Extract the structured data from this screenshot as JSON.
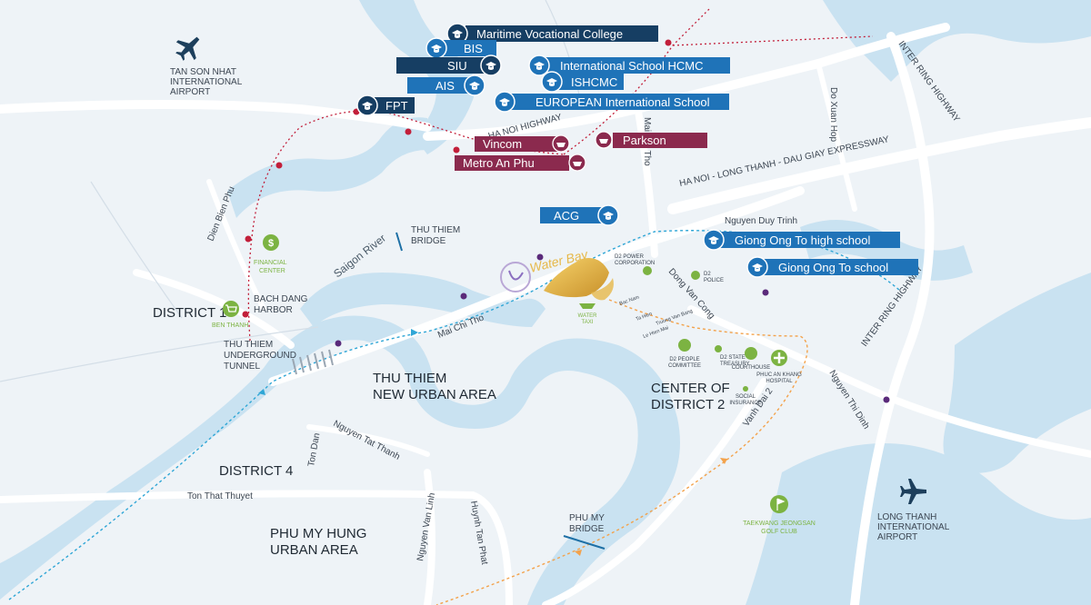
{
  "colors": {
    "land": "#eef3f7",
    "water": "#c9e2f1",
    "road": "#ffffff",
    "education_tag": "#1f73b8",
    "education_tag_dark": "#163e63",
    "shopping_tag": "#8b2a4e",
    "route_red": "#c21f3a",
    "route_blue": "#2fa6d6",
    "route_orange": "#f3a24b",
    "station_purple": "#5a2a7a",
    "green_icon": "#7cb342",
    "gold": "#e6b84a"
  },
  "icons": {
    "airport": "airplane-icon",
    "school": "graduation-cap-icon",
    "shop": "shopping-basket-icon",
    "bank": "dollar-icon",
    "market": "cart-icon",
    "hospital": "cross-icon",
    "golf": "golf-flag-icon"
  },
  "airports": {
    "tan_son_nhat": [
      "TAN SON NHAT",
      "INTERNATIONAL",
      "AIRPORT"
    ],
    "long_thanh": [
      "LONG THANH",
      "INTERNATIONAL",
      "AIRPORT"
    ]
  },
  "areas": {
    "district1": "DISTRICT 1",
    "district4": "DISTRICT 4",
    "thu_thiem": [
      "THU THIEM",
      "NEW URBAN AREA"
    ],
    "center_d2": [
      "CENTER OF",
      "DISTRICT 2"
    ],
    "phu_my_hung": [
      "PHU MY HUNG",
      "URBAN AREA"
    ]
  },
  "roads": {
    "ha_noi_highway": "HA NOI HIGHWAY",
    "expressway": "HA NOI - LONG THANH - DAU GIAY EXPRESSWAY",
    "inter_ring_top": "INTER RING HIGHWAY",
    "inter_ring_right": "INTER RING HIGHWAY",
    "do_xuan_hop": "Do Xuan Hop",
    "mai_chi_tho_north": "Mai Chi Tho",
    "mai_chi_tho": "Mai Chi Tho",
    "nguyen_duy_trinh": "Nguyen Duy Trinh",
    "dong_van_cong": "Dong Van Cong",
    "nguyen_thi_dinh": "Nguyen Thi Dinh",
    "vanh_dai_2": "Vanh Dai 2",
    "dien_bien_phu": "Dien Bien Phu",
    "nguyen_tat_thanh": "Nguyen Tat Thanh",
    "ton_dan": "Ton Dan",
    "ton_that_thuyet": "Ton That Thuyet",
    "nguyen_van_linh": "Nguyen Van Linh",
    "huynh_tan_phat": "Huynh Tan Phat",
    "saigon_river": "Saigon River"
  },
  "landmarks": {
    "thu_thiem_bridge": [
      "THU THIEM",
      "BRIDGE"
    ],
    "phu_my_bridge": [
      "PHU MY",
      "BRIDGE"
    ],
    "bach_dang": [
      "BACH DANG",
      "HARBOR"
    ],
    "tunnel": [
      "THU THIEM",
      "UNDERGROUND",
      "TUNNEL"
    ],
    "financial_center": [
      "FINANCIAL",
      "CENTER"
    ],
    "ben_thanh": "BEN THANH",
    "golf": [
      "TAEKWANG JEONGSAN",
      "GOLF CLUB"
    ],
    "water_bay": "Water Bay",
    "water_taxi": [
      "WATER",
      "TAXI"
    ]
  },
  "schools": [
    "Maritime Vocational College",
    "BIS",
    "SIU",
    "International School HCMC",
    "AIS",
    "ISHCMC",
    "FPT",
    "EUROPEAN International School",
    "ACG",
    "Giong Ong To high school",
    "Giong Ong To school"
  ],
  "shops": [
    "Vincom",
    "Parkson",
    "Metro An Phu"
  ],
  "d2_small": {
    "power": [
      "D2 POWER",
      "CORPORATION"
    ],
    "police": [
      "D2",
      "POLICE"
    ],
    "committee": [
      "D2 PEOPLE",
      "COMMITTEE"
    ],
    "treasury": [
      "D2 STATE",
      "TREASURY"
    ],
    "courthouse": "COURTHOUSE",
    "hospital": [
      "PHUC AN KHANG",
      "HOSPITAL"
    ],
    "social": [
      "SOCIAL",
      "INSURANCE"
    ],
    "street1": "Bac Nam",
    "street2": "Ta Hien",
    "street3": "Le Hien Mai",
    "street4": "Truong Van Bang"
  }
}
